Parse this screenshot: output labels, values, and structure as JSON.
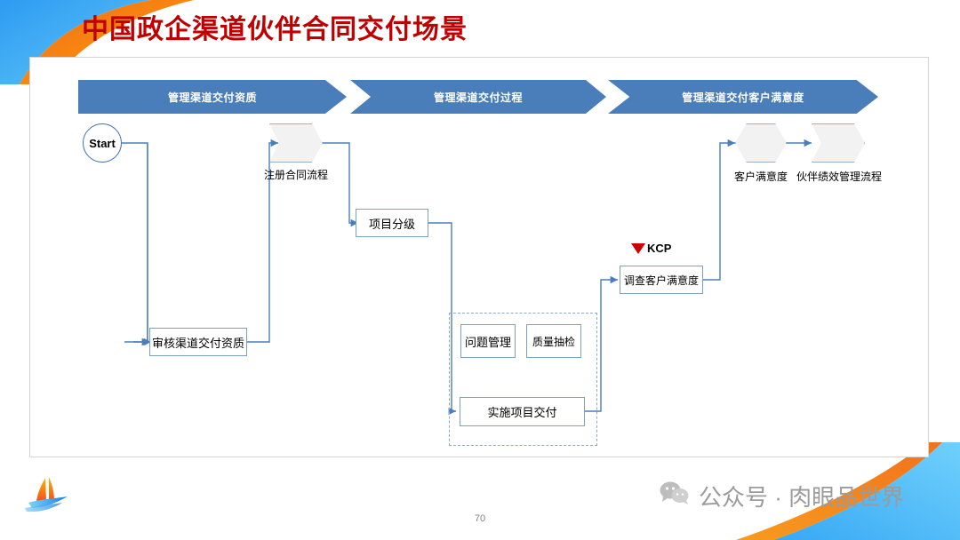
{
  "slide": {
    "title": "中国政企渠道伙伴合同交付场景",
    "page_number": "70",
    "title_color": "#c00000",
    "banner_color": "#4a7ebb"
  },
  "banners": [
    {
      "label": "管理渠道交付资质"
    },
    {
      "label": "管理渠道交付过程"
    },
    {
      "label": "管理渠道交付客户满意度"
    }
  ],
  "nodes": {
    "start": "Start",
    "register_contract": "注册合同流程",
    "review_qualification": "审核渠道交付资质",
    "project_grading": "项目分级",
    "issue_management": "问题管理",
    "quality_inspection": "质量抽检",
    "implement_delivery": "实施项目交付",
    "survey_satisfaction": "调查客户满意度",
    "customer_satisfaction": "客户满意度",
    "partner_performance": "伙伴绩效管理流程"
  },
  "markers": {
    "kcp": "KCP",
    "kcp_color": "#cc0000"
  },
  "footer": {
    "watermark": "公众号 · 肉眼品世界",
    "wechat_icon": "wechat-icon",
    "logo": "sailboat-logo"
  }
}
